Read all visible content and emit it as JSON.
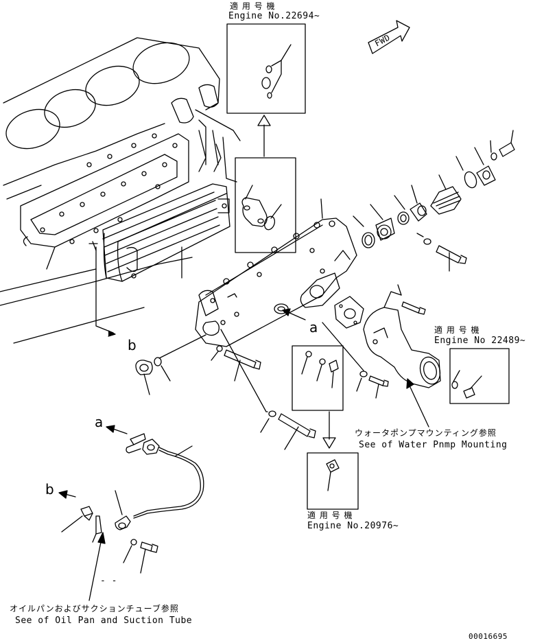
{
  "colors": {
    "line": "#000000",
    "background": "#ffffff"
  },
  "labels": {
    "fwd": "FWD",
    "applicable_top_jp": "適 用 号 機",
    "applicable_top_en": "Engine No.22694~",
    "applicable_right_jp": "適 用 号 機",
    "applicable_right_en": "Engine No 22489~",
    "applicable_bottom_jp": "適 用 号 機",
    "applicable_bottom_en": "Engine No.20976~",
    "water_pump_jp": "ウォータポンプマウンティング参照",
    "water_pump_en": "See of Water Pnmp Mounting",
    "oil_pan_jp": "オイルパンおよびサクションチューブ参照",
    "oil_pan_en": "See of Oil Pan and Suction Tube",
    "ref_a_1": "a",
    "ref_a_2": "a",
    "ref_b_1": "b",
    "ref_b_2": "b",
    "dash_mark": "- -",
    "drawing_number": "00016695"
  }
}
